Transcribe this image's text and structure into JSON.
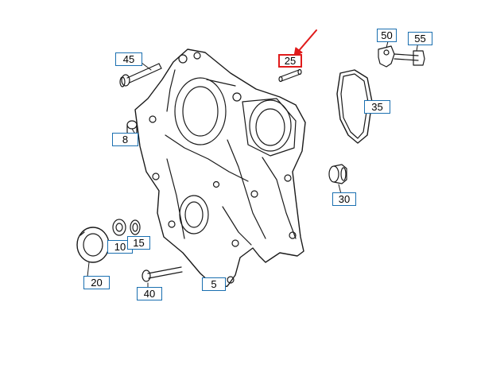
{
  "diagram": {
    "colors": {
      "line": "#1a1a1a",
      "callout_border": "#1a6fb0",
      "selected_border": "#e01b1b",
      "arrow": "#e01b1b"
    },
    "selected_part": "25",
    "callouts": [
      {
        "id": "c45",
        "label": "45"
      },
      {
        "id": "c8",
        "label": "8"
      },
      {
        "id": "c25",
        "label": "25"
      },
      {
        "id": "c50",
        "label": "50"
      },
      {
        "id": "c55",
        "label": "55"
      },
      {
        "id": "c35",
        "label": "35"
      },
      {
        "id": "c30",
        "label": "30"
      },
      {
        "id": "c10",
        "label": "10"
      },
      {
        "id": "c15",
        "label": "15"
      },
      {
        "id": "c20",
        "label": "20"
      },
      {
        "id": "c40",
        "label": "40"
      },
      {
        "id": "c5",
        "label": "5"
      }
    ]
  }
}
